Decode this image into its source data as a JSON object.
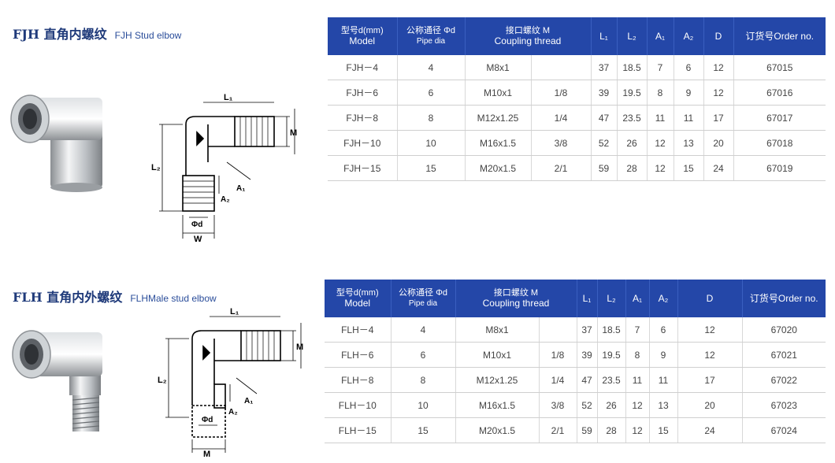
{
  "fjh": {
    "title_zh": "FJH 直角内螺纹",
    "title_en": "FJH Stud elbow",
    "headers": {
      "model_zh": "型号d(mm)",
      "model_en": "Model",
      "pipe_zh": "公称通径 Φd",
      "pipe_en": "Pipe dia",
      "thread_zh": "接口螺纹  M",
      "thread_en": "Coupling thread",
      "l1": "L₁",
      "l2": "L₂",
      "a1": "A₁",
      "a2": "A₂",
      "d": "D",
      "order": "订货号Order no."
    },
    "rows": [
      [
        "FJH－4",
        "4",
        "M8x1",
        "",
        "37",
        "18.5",
        "7",
        "6",
        "12",
        "67015"
      ],
      [
        "FJH－6",
        "6",
        "M10x1",
        "1/8",
        "39",
        "19.5",
        "8",
        "9",
        "12",
        "67016"
      ],
      [
        "FJH－8",
        "8",
        "M12x1.25",
        "1/4",
        "47",
        "23.5",
        "11",
        "11",
        "17",
        "67017"
      ],
      [
        "FJH－10",
        "10",
        "M16x1.5",
        "3/8",
        "52",
        "26",
        "12",
        "13",
        "20",
        "67018"
      ],
      [
        "FJH－15",
        "15",
        "M20x1.5",
        "2/1",
        "59",
        "28",
        "12",
        "15",
        "24",
        "67019"
      ]
    ],
    "drawing_labels": {
      "l1": "L₁",
      "l2": "L₂",
      "a1": "A₁",
      "a2": "A₂",
      "phid": "Φd",
      "m_side": "M",
      "w_bottom": "W"
    }
  },
  "flh": {
    "title_zh": "FLH 直角内外螺纹",
    "title_en": "FLHMale stud elbow",
    "headers": {
      "model_zh": "型号d(mm)",
      "model_en": "Model",
      "pipe_zh": "公称通径 Φd",
      "pipe_en": "Pipe dia",
      "thread_zh": "接口螺纹  M",
      "thread_en": "Coupling thread",
      "l1": "L₁",
      "l2": "L₂",
      "a1": "A₁",
      "a2": "A₂",
      "d": "D",
      "order": "订货号Order no."
    },
    "rows": [
      [
        "FLH－4",
        "4",
        "M8x1",
        "",
        "37",
        "18.5",
        "7",
        "6",
        "12",
        "67020"
      ],
      [
        "FLH－6",
        "6",
        "M10x1",
        "1/8",
        "39",
        "19.5",
        "8",
        "9",
        "12",
        "67021"
      ],
      [
        "FLH－8",
        "8",
        "M12x1.25",
        "1/4",
        "47",
        "23.5",
        "11",
        "11",
        "17",
        "67022"
      ],
      [
        "FLH－10",
        "10",
        "M16x1.5",
        "3/8",
        "52",
        "26",
        "12",
        "13",
        "20",
        "67023"
      ],
      [
        "FLH－15",
        "15",
        "M20x1.5",
        "2/1",
        "59",
        "28",
        "12",
        "15",
        "24",
        "67024"
      ]
    ],
    "drawing_labels": {
      "l1": "L₁",
      "l2": "L₂",
      "a1": "A₁",
      "a2": "A₂",
      "phid": "Φd",
      "m_side": "M",
      "m_bottom": "M"
    }
  },
  "colors": {
    "header_bg": "#2447a8",
    "title": "#1f3a7a"
  }
}
